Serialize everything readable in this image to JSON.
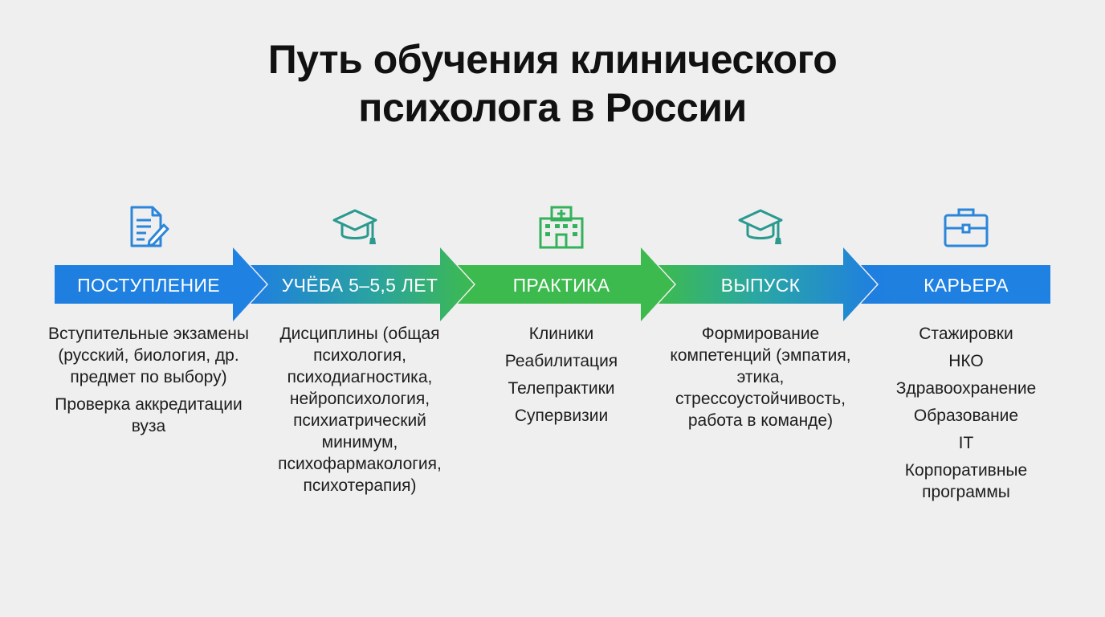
{
  "title": {
    "line1": "Путь обучения клинического",
    "line2": "психолога в России"
  },
  "colors": {
    "blue": "#1f7fe0",
    "green": "#3dba4e",
    "icon_blue": "#2b86d9",
    "icon_teal": "#2a9a8e",
    "icon_green": "#34b25a"
  },
  "stages": [
    {
      "label": "ПОСТУПЛЕНИЕ",
      "icon": "document-edit-icon",
      "items": [
        "Вступительные экзамены (русский, биология, др. предмет по выбору)",
        "Проверка аккредитации вуза"
      ]
    },
    {
      "label": "УЧЁБА 5–5,5 ЛЕТ",
      "icon": "graduation-cap-icon",
      "items": [
        "Дисциплины (общая психология, психодиагностика, нейропсихология, психиатрический минимум, психофармакология, психотерапия)"
      ]
    },
    {
      "label": "ПРАКТИКА",
      "icon": "hospital-icon",
      "items": [
        "Клиники",
        "Реабилитация",
        "Телепрактики",
        "Супервизии"
      ]
    },
    {
      "label": "ВЫПУСК",
      "icon": "graduation-cap-icon",
      "items": [
        "Формирование компетенций (эмпатия, этика, стрессоустойчивость, работа в команде)"
      ]
    },
    {
      "label": "КАРЬЕРА",
      "icon": "briefcase-icon",
      "items": [
        "Стажировки",
        "НКО",
        "Здравоохранение",
        "Образование",
        "IT",
        "Корпоративные программы"
      ]
    }
  ]
}
